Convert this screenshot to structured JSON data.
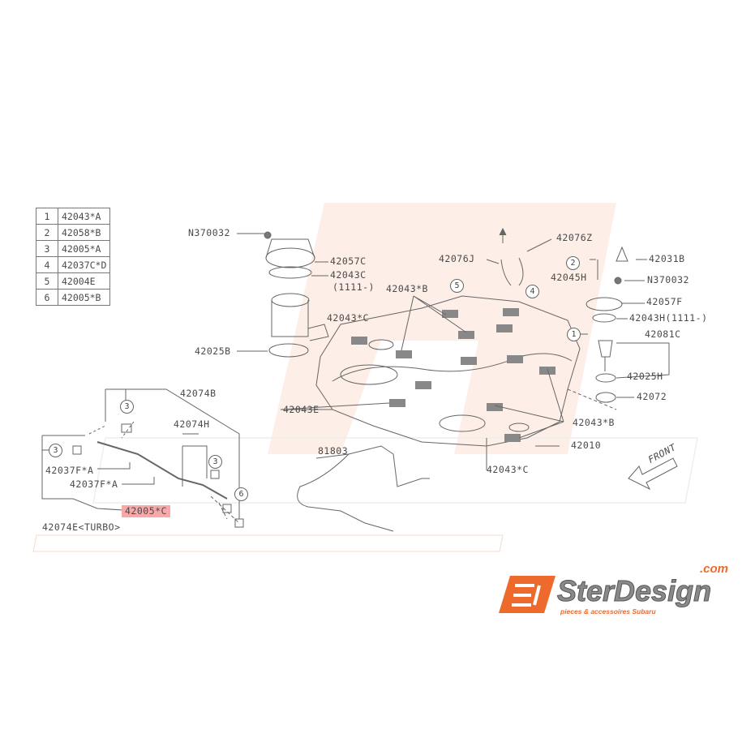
{
  "legend": [
    {
      "num": "1",
      "part": "42043*A"
    },
    {
      "num": "2",
      "part": "42058*B"
    },
    {
      "num": "3",
      "part": "42005*A"
    },
    {
      "num": "4",
      "part": "42037C*D"
    },
    {
      "num": "5",
      "part": "42004E"
    },
    {
      "num": "6",
      "part": "42005*B"
    }
  ],
  "labels": {
    "n370032_left": "N370032",
    "p42057c": "42057C",
    "p42043c": "42043C",
    "p42043c_note": "(1111-)",
    "p42025b": "42025B",
    "p42043c_a": "42043*C",
    "p42043b_a": "42043*B",
    "p42076j": "42076J",
    "p42076z": "42076Z",
    "p42031b": "42031B",
    "p42045h": "42045H",
    "n370032_right": "N370032",
    "p42057f": "42057F",
    "p42043h": "42043H(1111-)",
    "p42081c": "42081C",
    "p42025h": "42025H",
    "p42072": "42072",
    "p42074b": "42074B",
    "p42043e": "42043E",
    "p42043b_b": "42043*B",
    "p42010": "42010",
    "p81803": "81803",
    "p42043c_b": "42043*C",
    "front": "FRONT",
    "p42074h": "42074H",
    "p42037f_1": "42037F*A",
    "p42037f_2": "42037F*A",
    "p42005c": "42005*C",
    "p42074e": "42074E<TURBO>"
  },
  "callouts": {
    "c1": "1",
    "c2": "2",
    "c3": "3",
    "c4": "4",
    "c5": "5",
    "c6": "6"
  },
  "watermark": {
    "brand": "SterDesign",
    "domain": ".com",
    "tagline": "pieces & accessoires Subaru"
  },
  "colors": {
    "highlight": "#f8a8a8",
    "brand_orange": "#ee6a2c",
    "line": "#666666"
  }
}
